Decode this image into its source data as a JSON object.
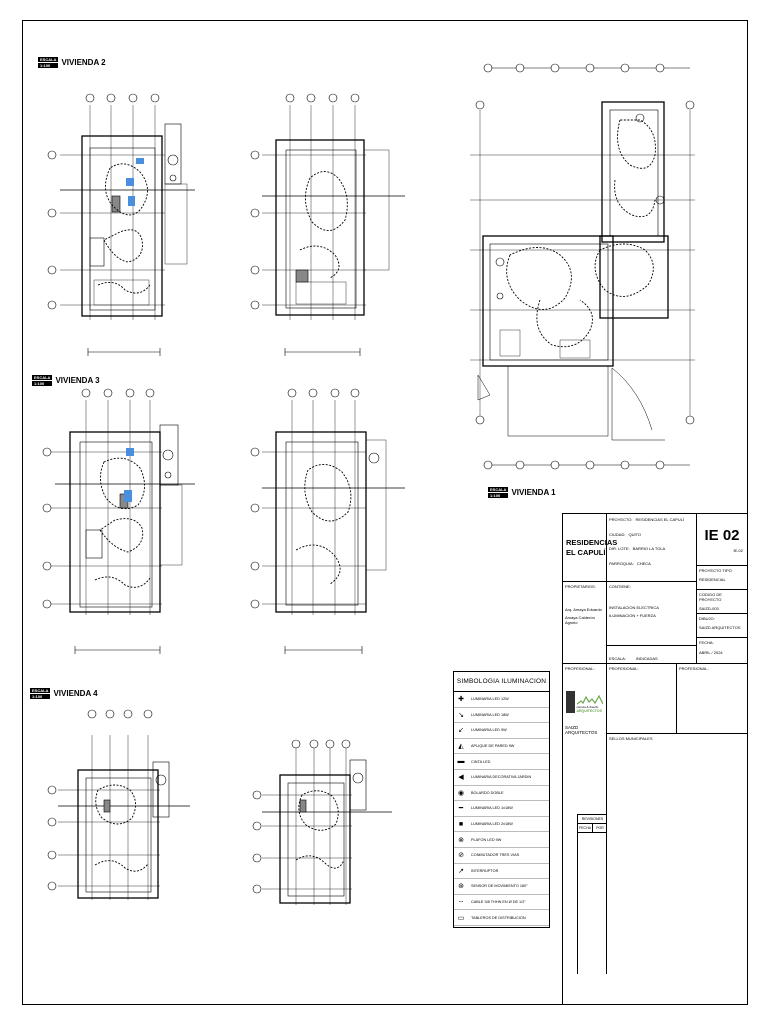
{
  "plans": {
    "v2": {
      "label": "VIVIENDA 2",
      "tag_top": "ESCALA",
      "tag_bottom": "1:100"
    },
    "v3": {
      "label": "VIVIENDA 3",
      "tag_top": "ESCALA",
      "tag_bottom": "1:100"
    },
    "v4": {
      "label": "VIVIENDA 4",
      "tag_top": "ESCALA",
      "tag_bottom": "1:100"
    },
    "v1": {
      "label": "VIVIENDA 1",
      "tag_top": "ESCALA",
      "tag_bottom": "1:100"
    }
  },
  "legend": {
    "title": "SIMBOLOGIA ILUMINACION",
    "items": [
      {
        "icon": "circle-x-icon",
        "glyph": "✚",
        "label": "LUMINARIA LED 12W"
      },
      {
        "icon": "arrow-icon",
        "glyph": "↘",
        "label": "LUMINARIA LED 18W"
      },
      {
        "icon": "arrow-icon",
        "glyph": "↙",
        "label": "LUMINARIA LED 9W"
      },
      {
        "icon": "wall-lamp-icon",
        "glyph": "◭",
        "label": "APLIQUE DE PARED 9W"
      },
      {
        "icon": "tape-icon",
        "glyph": "▬",
        "label": "CINTA LED"
      },
      {
        "icon": "garden-lamp-icon",
        "glyph": "◀",
        "label": "LUMINARIA DECORATIVA JARDIN"
      },
      {
        "icon": "bollard-icon",
        "glyph": "◉",
        "label": "BOLARDO DOBLE"
      },
      {
        "icon": "led-bar-icon",
        "glyph": "━",
        "label": "LUMINARIA LED 1x18W"
      },
      {
        "icon": "led-panel-icon",
        "glyph": "■",
        "label": "LUMINARIA LED 2x18W"
      },
      {
        "icon": "plafon-icon",
        "glyph": "⊗",
        "label": "PLAFON LED 9W"
      },
      {
        "icon": "switch-icon",
        "glyph": "⊘",
        "label": "CONMUTADOR TRES VIAS"
      },
      {
        "icon": "switch-icon",
        "glyph": "↗",
        "label": "INTERRUPTOR"
      },
      {
        "icon": "sensor-icon",
        "glyph": "⊛",
        "label": "SENSOR DE MOVIMIENTO 180°"
      },
      {
        "icon": "cable-icon",
        "glyph": "┄",
        "label": "CABLE 3/8 THHN EN Ø DE 1/2\""
      },
      {
        "icon": "panel-icon",
        "glyph": "▭",
        "label": "TABLEROS DE DISTRIBUCION"
      }
    ]
  },
  "title_block": {
    "project_name": "RESIDENCIAS EL CAPULÍ",
    "sheet_code": "IE 02",
    "sheet_sub": "IE-02",
    "proyecto_label": "PROYECTO:",
    "proyecto_value": "RESIDENCIAS EL CAPULÍ",
    "ciudad_label": "CIUDAD:",
    "ciudad_value": "QUITO",
    "dir_label": "DIR. LOTE:",
    "dir_value": "BARRIO LA TOLA",
    "parroquia_label": "PARROQUIA:",
    "parroquia_value": "CHECA",
    "propietarios_label": "PROPIETARIOS:",
    "propietarios_value_1": "Arq. Amaya Eduardo",
    "propietarios_value_2": "Amaya Calderón Agnelo",
    "contiene_label": "CONTIENE:",
    "contiene_value_1": "INSTALACION ELECTRICA",
    "contiene_value_2": "ILUMINACION + FUERZA",
    "escala_label": "ESCALA:",
    "escala_value": "INDICADAS",
    "profesional_label": "PROFESIONAL:",
    "tipo_label": "PROYECTO TIPO",
    "tipo_value": "RESIDENCIAL",
    "codigo_label": "CODIGO DE PROYECTO",
    "codigo_value": "SAIZD-003",
    "dibujo_label": "DIBUJO:",
    "dibujo_value": "SAIZD ARQUITECTOS",
    "fecha_label": "FECHA:",
    "fecha_value": "ABRIL / 2024",
    "firm_name": "SAIZD ARQUITECTOS",
    "firm_caption": "ciencia & diseño",
    "firm_tag": "ARQUITECTOS",
    "sellos_label": "SELLOS MUNICIPALES",
    "revisiones_label": "REVISIONES",
    "rev_fecha": "FECHA",
    "rev_por": "POR"
  }
}
